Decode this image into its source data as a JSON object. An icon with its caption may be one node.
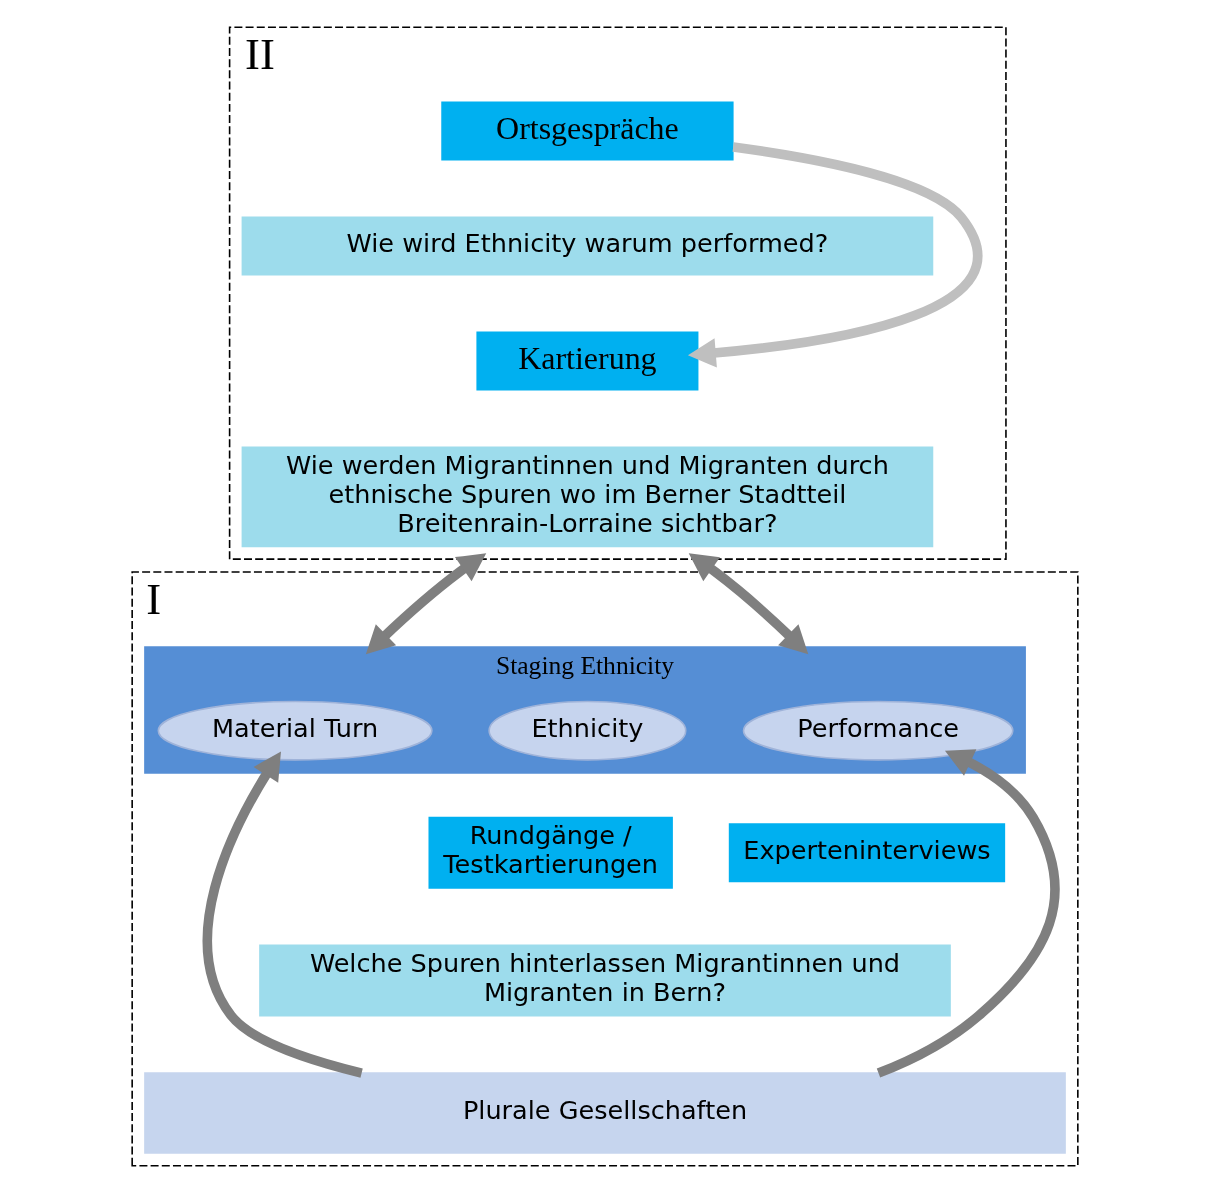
{
  "diagram": {
    "nodes": [
      {
        "text": [
          "II"
        ]
      },
      {
        "text": [
          "Ortsgespräche"
        ],
        "in": 0
      },
      {
        "text": [
          "Wie wird Ethnicity warum performed?"
        ],
        "in": 0
      },
      {
        "text": [
          "Kartierung"
        ],
        "in": 0
      },
      {
        "text": [
          "Wie werden Migrantinnen und Migranten durch ethnische Spuren wo im Berner Stadtteil Breitenrain-Lorraine sichtbar?"
        ],
        "in": 0
      },
      {
        "text": [
          "I"
        ]
      },
      {
        "text": [
          "Staging Ethnicity"
        ],
        "in": 5
      },
      {
        "text": [
          "Material Turn"
        ],
        "in": 6
      },
      {
        "text": [
          "Ethnicity"
        ],
        "in": 6
      },
      {
        "text": [
          "Performance"
        ],
        "in": 6
      },
      {
        "text": [
          "Rundgänge / Testkartierungen"
        ],
        "in": 5
      },
      {
        "text": [
          "Experteninterviews"
        ],
        "in": 5
      },
      {
        "text": [
          "Welche Spuren hinterlassen Migrantinnen und Migranten in Bern?"
        ],
        "in": 5
      },
      {
        "text": [
          "Plurale Gesellschaften"
        ],
        "in": 5
      }
    ],
    "edges": [
      {
        "from": 1,
        "to": 3,
        "arrow": "to",
        "color": "#bfbfbf"
      },
      {
        "from": 0,
        "to": 6,
        "arrow": "both"
      },
      {
        "from": 0,
        "to": 6,
        "arrow": "both"
      },
      {
        "from": 13,
        "to": 7,
        "arrow": "to"
      },
      {
        "from": 13,
        "to": 9,
        "arrow": "to"
      }
    ]
  }
}
